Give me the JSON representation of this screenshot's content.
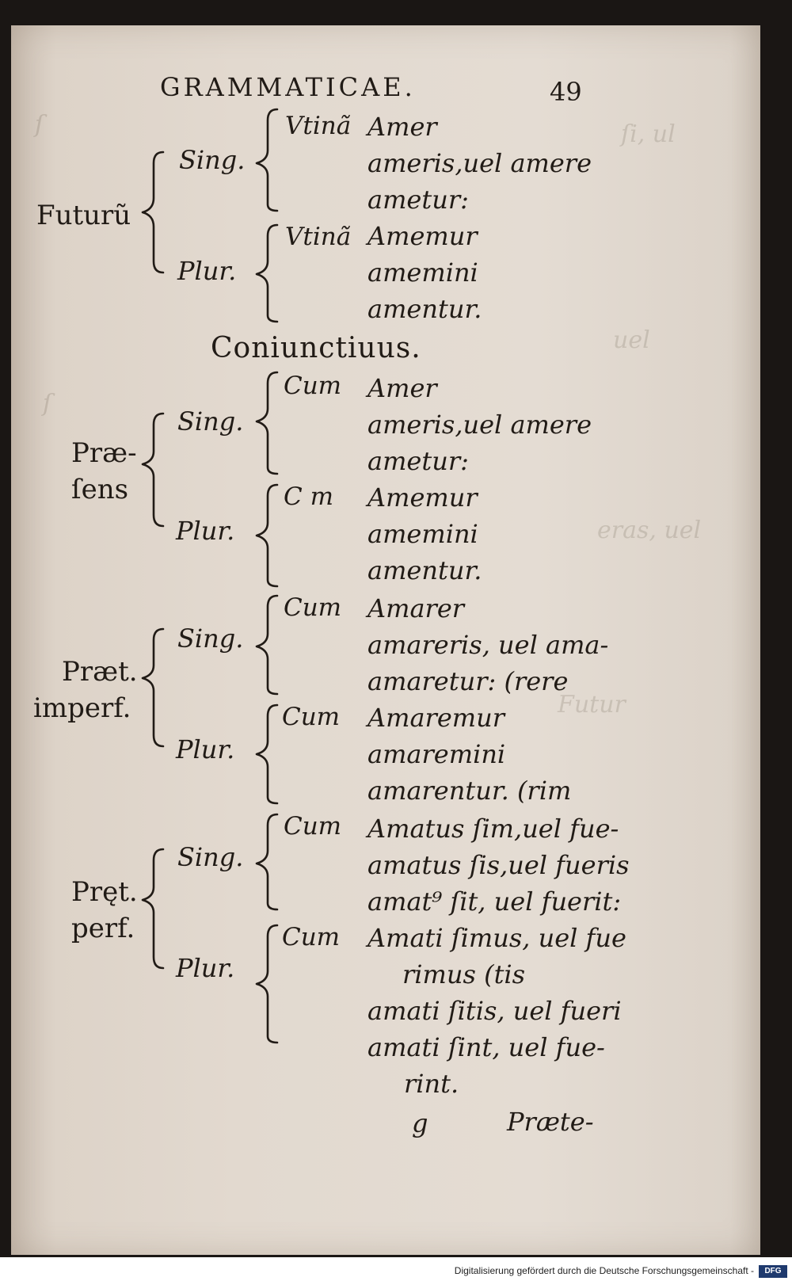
{
  "header": {
    "title": "GRAMMATICAE.",
    "page_number": "49"
  },
  "futurum": {
    "tense": "Futurũ",
    "sing": {
      "label": "Sing.",
      "particle": "Vtinã",
      "forms": [
        "Amer",
        "ameris,uel amere",
        "ametur:"
      ]
    },
    "plur": {
      "label": "Plur.",
      "particle": "Vtinã",
      "forms": [
        "Amemur",
        "amemini",
        "amentur."
      ]
    }
  },
  "section_title": "Coniunctiuus.",
  "praesens": {
    "tense_line1": "Præ-",
    "tense_line2": "ſens",
    "sing": {
      "label": "Sing.",
      "particle": "Cum",
      "forms": [
        "Amer",
        "ameris,uel amere",
        "ametur:"
      ]
    },
    "plur": {
      "label": "Plur.",
      "particle": "C m",
      "forms": [
        "Amemur",
        "amemini",
        "amentur."
      ]
    }
  },
  "imperfectum": {
    "tense_line1": "Præt.",
    "tense_line2": "imperf.",
    "sing": {
      "label": "Sing.",
      "particle": "Cum",
      "forms": [
        "Amarer",
        "amareris, uel ama-",
        "amaretur:    (rere"
      ]
    },
    "plur": {
      "label": "Plur.",
      "particle": "Cum",
      "forms": [
        "Amaremur",
        "amaremini",
        "amarentur.    (rim"
      ]
    }
  },
  "perfectum": {
    "tense_line1": "Pręt.",
    "tense_line2": "perf.",
    "sing": {
      "label": "Sing.",
      "particle": "Cum",
      "forms": [
        "Amatus ſim,uel fue-",
        "amatus ſis,uel fueris",
        "amat⁹ ſit, uel fuerit:"
      ]
    },
    "plur": {
      "label": "Plur.",
      "particle": "Cum",
      "forms": [
        "Amati ſimus, uel fue",
        "rimus        (tis",
        "amati ſitis, uel fueri",
        "amati ſint, uel fue-",
        "rint."
      ]
    }
  },
  "footer": {
    "signature": "g",
    "catchword": "Præte-"
  },
  "credit": {
    "text": "Digitalisierung gefördert durch die Deutsche Forschungsgemeinschaft -",
    "logo": "DFG"
  }
}
